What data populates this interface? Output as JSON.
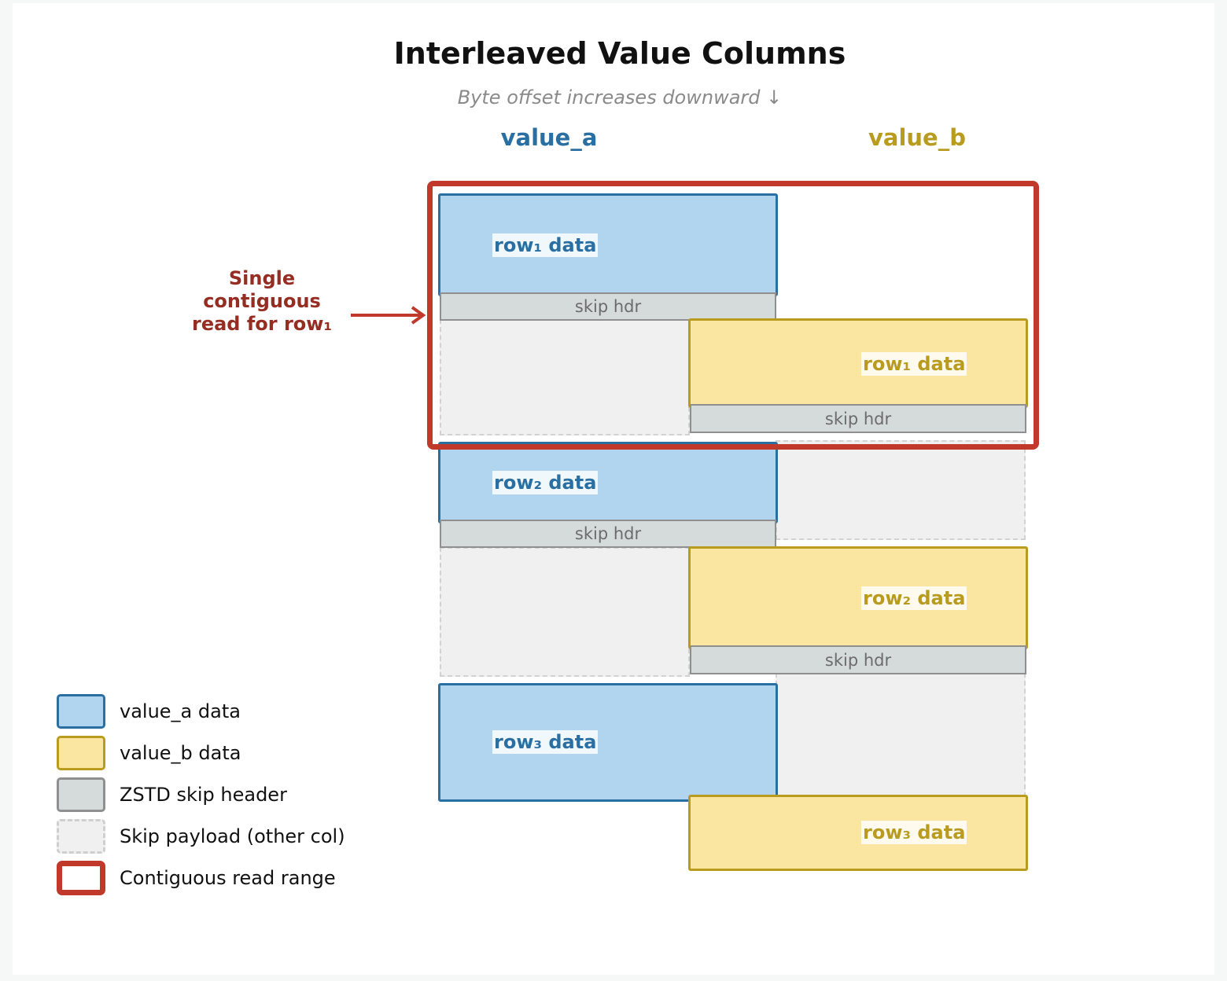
{
  "title": "Interleaved Value Columns",
  "subtitle": "Byte offset increases downward ↓",
  "columns": {
    "a": "value_a",
    "b": "value_b"
  },
  "colors": {
    "value_a_fill": "#b1d5ef",
    "value_a_stroke": "#2a6fa1",
    "value_b_fill": "#fae6a1",
    "value_b_stroke": "#b99b1f",
    "skip_header_fill": "#d5dbdb",
    "skip_payload_fill": "#f0f0f0",
    "read_range": "#c0392b"
  },
  "blocks": {
    "a_row1": "row₁ data",
    "a_row2": "row₂ data",
    "a_row3": "row₃ data",
    "b_row1": "row₁ data",
    "b_row2": "row₂ data",
    "b_row3": "row₃ data",
    "skip_hdr": "skip hdr"
  },
  "annotation": "Single contiguous read for row₁",
  "legend": [
    {
      "label": "value_a data"
    },
    {
      "label": "value_b data"
    },
    {
      "label": "ZSTD skip header"
    },
    {
      "label": "Skip payload (other col)"
    },
    {
      "label": "Contiguous read range"
    }
  ]
}
